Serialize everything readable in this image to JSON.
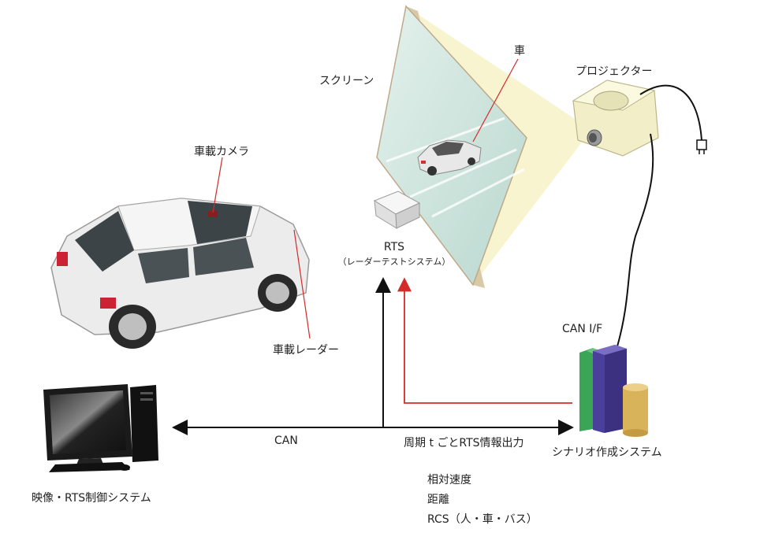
{
  "labels": {
    "screen": "スクリーン",
    "car_on_screen": "車",
    "projector": "プロジェクター",
    "vehicle_camera": "車載カメラ",
    "rts": "RTS",
    "rts_full": "（レーダーテストシステム）",
    "vehicle_radar": "車載レーダー",
    "can_if": "CAN I/F",
    "can": "CAN",
    "periodic_output": "周期 t ごとRTS情報出力",
    "scenario_system": "シナリオ作成システム",
    "control_system": "映像・RTS制御システム"
  },
  "info_list": [
    "相対速度",
    "距離",
    "RCS（人・車・バス）"
  ],
  "colors": {
    "arrow_black": "#111111",
    "arrow_red": "#d42a2a",
    "screen_tint": "#cfe6df",
    "projection_beam": "#f7f2c8",
    "bar_green": "#3aa655",
    "bar_purple": "#4b3f9c",
    "cylinder_gold": "#d9b35a"
  }
}
